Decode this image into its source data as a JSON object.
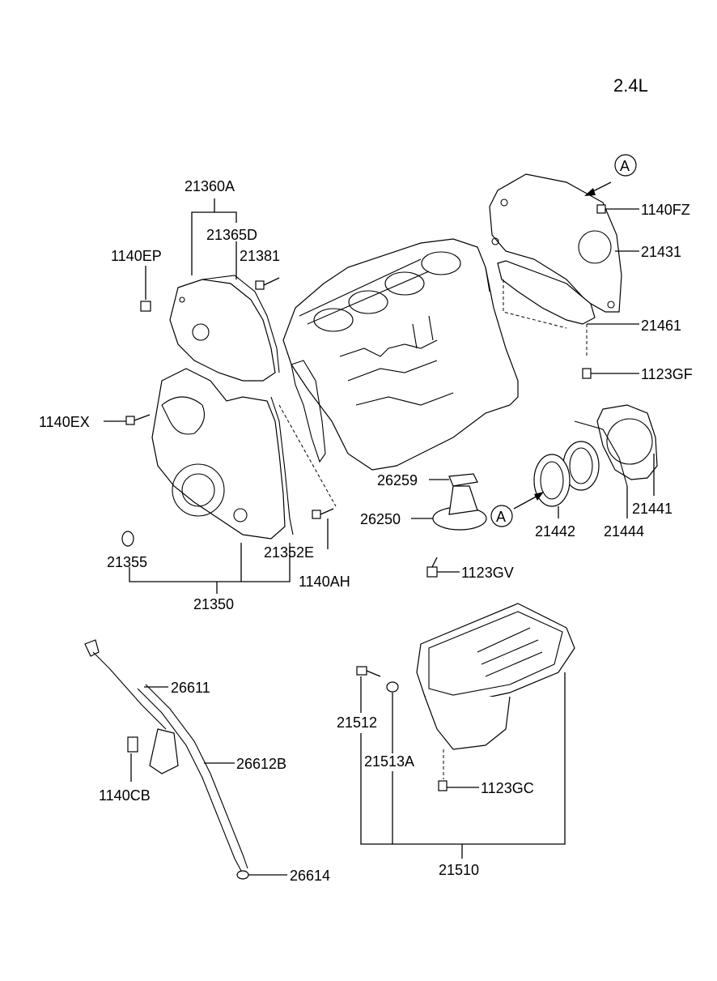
{
  "engine": "2.4L",
  "marker": "A",
  "labels": {
    "p21360A": "21360A",
    "p21365D": "21365D",
    "p1140EP": "1140EP",
    "p21381": "21381",
    "p1140EX": "1140EX",
    "p21355": "21355",
    "p21352E": "21352E",
    "p1140AH": "1140AH",
    "p21350": "21350",
    "p1140FZ": "1140FZ",
    "p21431": "21431",
    "p21461": "21461",
    "p1123GF": "1123GF",
    "p26259": "26259",
    "p26250": "26250",
    "p1123GV": "1123GV",
    "p21442": "21442",
    "p21444": "21444",
    "p21441": "21441",
    "p26611": "26611",
    "p26612B": "26612B",
    "p1140CB": "1140CB",
    "p26614": "26614",
    "p21512": "21512",
    "p21513A": "21513A",
    "p1123GC": "1123GC",
    "p21510": "21510"
  }
}
